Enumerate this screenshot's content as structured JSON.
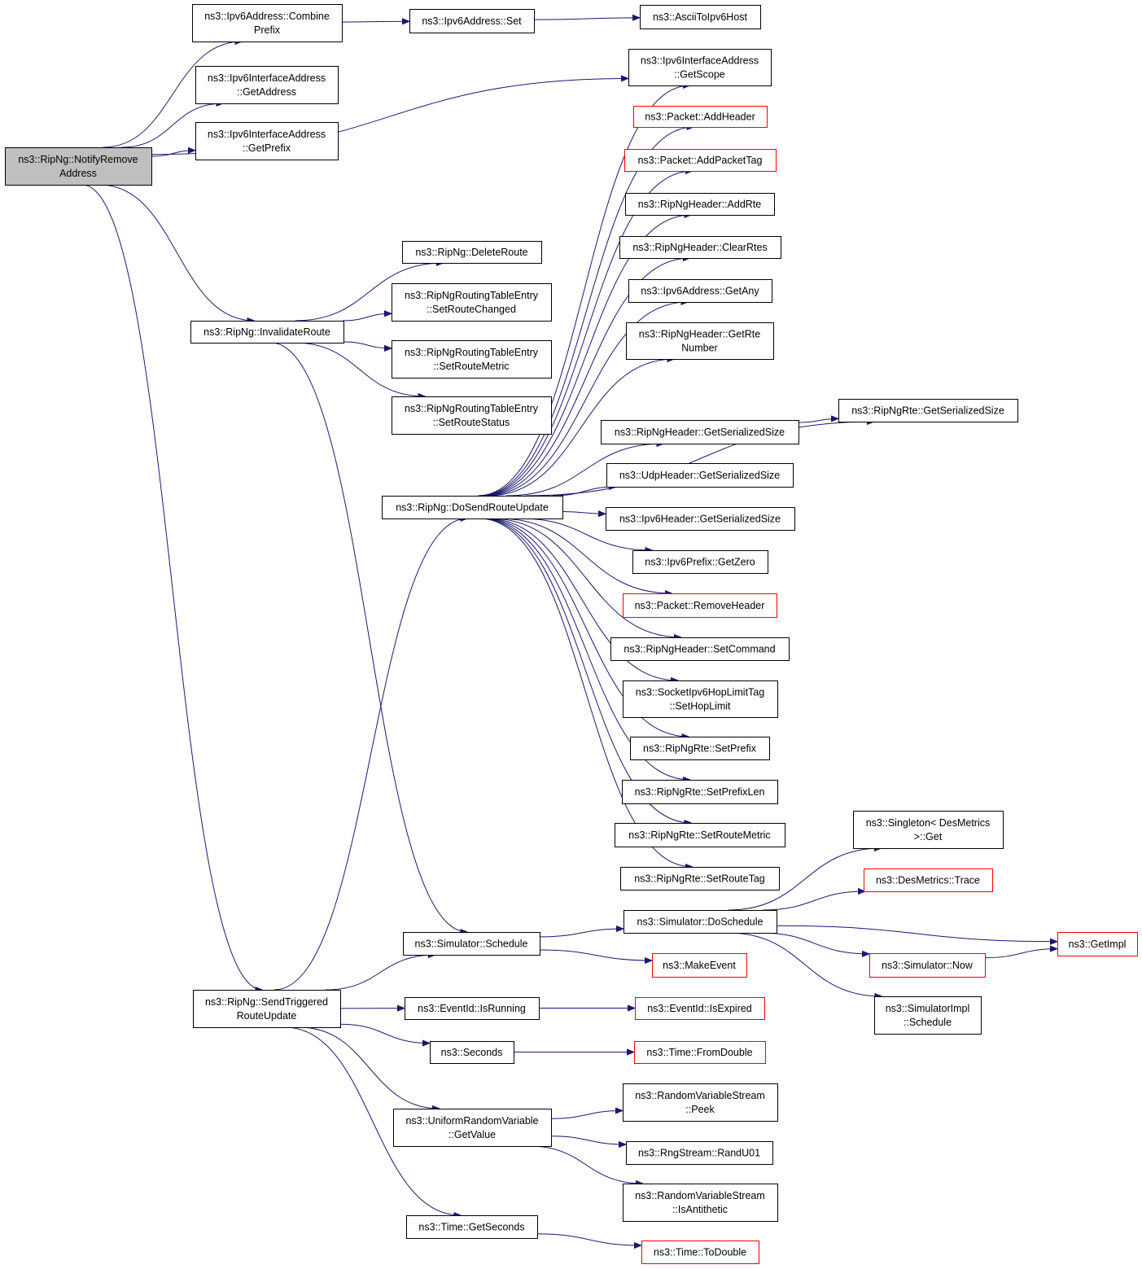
{
  "nodes": [
    {
      "id": "notify",
      "lines": [
        "ns3::RipNg::NotifyRemove",
        "Address"
      ],
      "style": "root"
    },
    {
      "id": "combine",
      "lines": [
        "ns3::Ipv6Address::Combine",
        "Prefix"
      ],
      "style": "normal"
    },
    {
      "id": "ipv6set",
      "lines": [
        "ns3::Ipv6Address::Set"
      ],
      "style": "normal"
    },
    {
      "id": "ascii",
      "lines": [
        "ns3::AsciiToIpv6Host"
      ],
      "style": "normal"
    },
    {
      "id": "ifgetaddr",
      "lines": [
        "ns3::Ipv6InterfaceAddress",
        "::GetAddress"
      ],
      "style": "normal"
    },
    {
      "id": "ifgetprefix",
      "lines": [
        "ns3::Ipv6InterfaceAddress",
        "::GetPrefix"
      ],
      "style": "normal"
    },
    {
      "id": "ifgetscope",
      "lines": [
        "ns3::Ipv6InterfaceAddress",
        "::GetScope"
      ],
      "style": "normal"
    },
    {
      "id": "addheader",
      "lines": [
        "ns3::Packet::AddHeader"
      ],
      "style": "red"
    },
    {
      "id": "addpackettag",
      "lines": [
        "ns3::Packet::AddPacketTag"
      ],
      "style": "red"
    },
    {
      "id": "addrte",
      "lines": [
        "ns3::RipNgHeader::AddRte"
      ],
      "style": "normal"
    },
    {
      "id": "clearrtes",
      "lines": [
        "ns3::RipNgHeader::ClearRtes"
      ],
      "style": "normal"
    },
    {
      "id": "getany",
      "lines": [
        "ns3::Ipv6Address::GetAny"
      ],
      "style": "normal"
    },
    {
      "id": "getrtenumber",
      "lines": [
        "ns3::RipNgHeader::GetRte",
        "Number"
      ],
      "style": "normal"
    },
    {
      "id": "rtegetsersize",
      "lines": [
        "ns3::RipNgRte::GetSerializedSize"
      ],
      "style": "normal"
    },
    {
      "id": "hdrgetsersize",
      "lines": [
        "ns3::RipNgHeader::GetSerializedSize"
      ],
      "style": "normal"
    },
    {
      "id": "udpgetsersize",
      "lines": [
        "ns3::UdpHeader::GetSerializedSize"
      ],
      "style": "normal"
    },
    {
      "id": "ipv6hdrgetsersize",
      "lines": [
        "ns3::Ipv6Header::GetSerializedSize"
      ],
      "style": "normal"
    },
    {
      "id": "getzero",
      "lines": [
        "ns3::Ipv6Prefix::GetZero"
      ],
      "style": "normal"
    },
    {
      "id": "removeheader",
      "lines": [
        "ns3::Packet::RemoveHeader"
      ],
      "style": "red"
    },
    {
      "id": "setcommand",
      "lines": [
        "ns3::RipNgHeader::SetCommand"
      ],
      "style": "normal"
    },
    {
      "id": "sethoplimit",
      "lines": [
        "ns3::SocketIpv6HopLimitTag",
        "::SetHopLimit"
      ],
      "style": "normal"
    },
    {
      "id": "setprefix",
      "lines": [
        "ns3::RipNgRte::SetPrefix"
      ],
      "style": "normal"
    },
    {
      "id": "setprefixlen",
      "lines": [
        "ns3::RipNgRte::SetPrefixLen"
      ],
      "style": "normal"
    },
    {
      "id": "setroutemetricrte",
      "lines": [
        "ns3::RipNgRte::SetRouteMetric"
      ],
      "style": "normal"
    },
    {
      "id": "setroutetag",
      "lines": [
        "ns3::RipNgRte::SetRouteTag"
      ],
      "style": "normal"
    },
    {
      "id": "deleteroute",
      "lines": [
        "ns3::RipNg::DeleteRoute"
      ],
      "style": "normal"
    },
    {
      "id": "invalidate",
      "lines": [
        "ns3::RipNg::InvalidateRoute"
      ],
      "style": "normal"
    },
    {
      "id": "setroutechanged",
      "lines": [
        "ns3::RipNgRoutingTableEntry",
        "::SetRouteChanged"
      ],
      "style": "normal"
    },
    {
      "id": "setroutemetric",
      "lines": [
        "ns3::RipNgRoutingTableEntry",
        "::SetRouteMetric"
      ],
      "style": "normal"
    },
    {
      "id": "setroutestatus",
      "lines": [
        "ns3::RipNgRoutingTableEntry",
        "::SetRouteStatus"
      ],
      "style": "normal"
    },
    {
      "id": "dosend",
      "lines": [
        "ns3::RipNg::DoSendRouteUpdate"
      ],
      "style": "normal"
    },
    {
      "id": "singleton",
      "lines": [
        "ns3::Singleton< DesMetrics",
        ">::Get"
      ],
      "style": "normal"
    },
    {
      "id": "trace",
      "lines": [
        "ns3::DesMetrics::Trace"
      ],
      "style": "red"
    },
    {
      "id": "doschedule",
      "lines": [
        "ns3::Simulator::DoSchedule"
      ],
      "style": "normal"
    },
    {
      "id": "getimpl",
      "lines": [
        "ns3::GetImpl"
      ],
      "style": "red"
    },
    {
      "id": "schedule",
      "lines": [
        "ns3::Simulator::Schedule"
      ],
      "style": "normal"
    },
    {
      "id": "makeevent",
      "lines": [
        "ns3::MakeEvent"
      ],
      "style": "red"
    },
    {
      "id": "now",
      "lines": [
        "ns3::Simulator::Now"
      ],
      "style": "red"
    },
    {
      "id": "implschedule",
      "lines": [
        "ns3::SimulatorImpl",
        "::Schedule"
      ],
      "style": "normal"
    },
    {
      "id": "sendtriggered",
      "lines": [
        "ns3::RipNg::SendTriggered",
        "RouteUpdate"
      ],
      "style": "normal"
    },
    {
      "id": "isrunning",
      "lines": [
        "ns3::EventId::IsRunning"
      ],
      "style": "normal"
    },
    {
      "id": "isexpired",
      "lines": [
        "ns3::EventId::IsExpired"
      ],
      "style": "red"
    },
    {
      "id": "seconds",
      "lines": [
        "ns3::Seconds"
      ],
      "style": "normal"
    },
    {
      "id": "fromdouble",
      "lines": [
        "ns3::Time::FromDouble"
      ],
      "style": "red"
    },
    {
      "id": "peek",
      "lines": [
        "ns3::RandomVariableStream",
        "::Peek"
      ],
      "style": "normal"
    },
    {
      "id": "getvalue",
      "lines": [
        "ns3::UniformRandomVariable",
        "::GetValue"
      ],
      "style": "normal"
    },
    {
      "id": "randu01",
      "lines": [
        "ns3::RngStream::RandU01"
      ],
      "style": "normal"
    },
    {
      "id": "isantithetic",
      "lines": [
        "ns3::RandomVariableStream",
        "::IsAntithetic"
      ],
      "style": "normal"
    },
    {
      "id": "getseconds",
      "lines": [
        "ns3::Time::GetSeconds"
      ],
      "style": "normal"
    },
    {
      "id": "todouble",
      "lines": [
        "ns3::Time::ToDouble"
      ],
      "style": "red"
    }
  ],
  "edges": [
    [
      "notify",
      "combine"
    ],
    [
      "notify",
      "ifgetaddr"
    ],
    [
      "notify",
      "ifgetprefix"
    ],
    [
      "notify",
      "ifgetscope"
    ],
    [
      "notify",
      "invalidate"
    ],
    [
      "notify",
      "sendtriggered"
    ],
    [
      "combine",
      "ipv6set"
    ],
    [
      "ipv6set",
      "ascii"
    ],
    [
      "invalidate",
      "deleteroute"
    ],
    [
      "invalidate",
      "setroutechanged"
    ],
    [
      "invalidate",
      "setroutemetric"
    ],
    [
      "invalidate",
      "setroutestatus"
    ],
    [
      "invalidate",
      "schedule"
    ],
    [
      "dosend",
      "ifgetscope"
    ],
    [
      "dosend",
      "addheader"
    ],
    [
      "dosend",
      "addpackettag"
    ],
    [
      "dosend",
      "addrte"
    ],
    [
      "dosend",
      "clearrtes"
    ],
    [
      "dosend",
      "getany"
    ],
    [
      "dosend",
      "getrtenumber"
    ],
    [
      "dosend",
      "rtegetsersize"
    ],
    [
      "dosend",
      "hdrgetsersize"
    ],
    [
      "dosend",
      "udpgetsersize"
    ],
    [
      "dosend",
      "ipv6hdrgetsersize"
    ],
    [
      "dosend",
      "getzero"
    ],
    [
      "dosend",
      "removeheader"
    ],
    [
      "dosend",
      "setcommand"
    ],
    [
      "dosend",
      "sethoplimit"
    ],
    [
      "dosend",
      "setprefix"
    ],
    [
      "dosend",
      "setprefixlen"
    ],
    [
      "dosend",
      "setroutemetricrte"
    ],
    [
      "dosend",
      "setroutetag"
    ],
    [
      "hdrgetsersize",
      "rtegetsersize"
    ],
    [
      "sendtriggered",
      "dosend"
    ],
    [
      "sendtriggered",
      "schedule"
    ],
    [
      "sendtriggered",
      "isrunning"
    ],
    [
      "sendtriggered",
      "seconds"
    ],
    [
      "sendtriggered",
      "getvalue"
    ],
    [
      "sendtriggered",
      "getseconds"
    ],
    [
      "schedule",
      "doschedule"
    ],
    [
      "schedule",
      "makeevent"
    ],
    [
      "doschedule",
      "singleton"
    ],
    [
      "doschedule",
      "trace"
    ],
    [
      "doschedule",
      "getimpl"
    ],
    [
      "doschedule",
      "now"
    ],
    [
      "doschedule",
      "implschedule"
    ],
    [
      "now",
      "getimpl"
    ],
    [
      "isrunning",
      "isexpired"
    ],
    [
      "seconds",
      "fromdouble"
    ],
    [
      "getvalue",
      "peek"
    ],
    [
      "getvalue",
      "randu01"
    ],
    [
      "getvalue",
      "isantithetic"
    ],
    [
      "getseconds",
      "todouble"
    ]
  ]
}
